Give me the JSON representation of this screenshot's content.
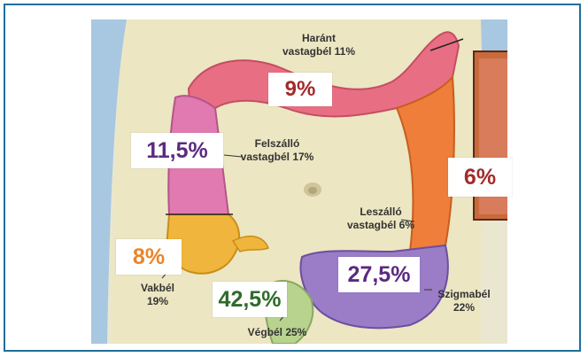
{
  "colors": {
    "frame_border": "#1f6f9a",
    "transverse": "#e86f83",
    "ascending": "#e07ab0",
    "descending": "#ee7e3a",
    "cecum": "#f0b53c",
    "sigmoid": "#9a7cc7",
    "rectum": "#b7d38e",
    "pct_red": "#a42a2a",
    "pct_purple": "#5b2a80",
    "pct_orange": "#e8862a",
    "pct_green": "#2f6b2a"
  },
  "segments": [
    {
      "id": "transverse",
      "name_line1": "Haránt",
      "name_line2": "vastagbél 11%",
      "pct": "9%"
    },
    {
      "id": "ascending",
      "name_line1": "Felszálló",
      "name_line2": "vastagbél 17%",
      "pct": "11,5%"
    },
    {
      "id": "descending",
      "name_line1": "Leszálló",
      "name_line2": "vastagbél 6%",
      "pct": "6%"
    },
    {
      "id": "cecum",
      "name_line1": "Vakbél",
      "name_line2": "19%",
      "pct": "8%"
    },
    {
      "id": "rectum",
      "name_line1": "Végbél 25%",
      "name_line2": "",
      "pct": "42,5%"
    },
    {
      "id": "sigmoid",
      "name_line1": "Szigmabél",
      "name_line2": "22%",
      "pct": "27,5%"
    }
  ]
}
